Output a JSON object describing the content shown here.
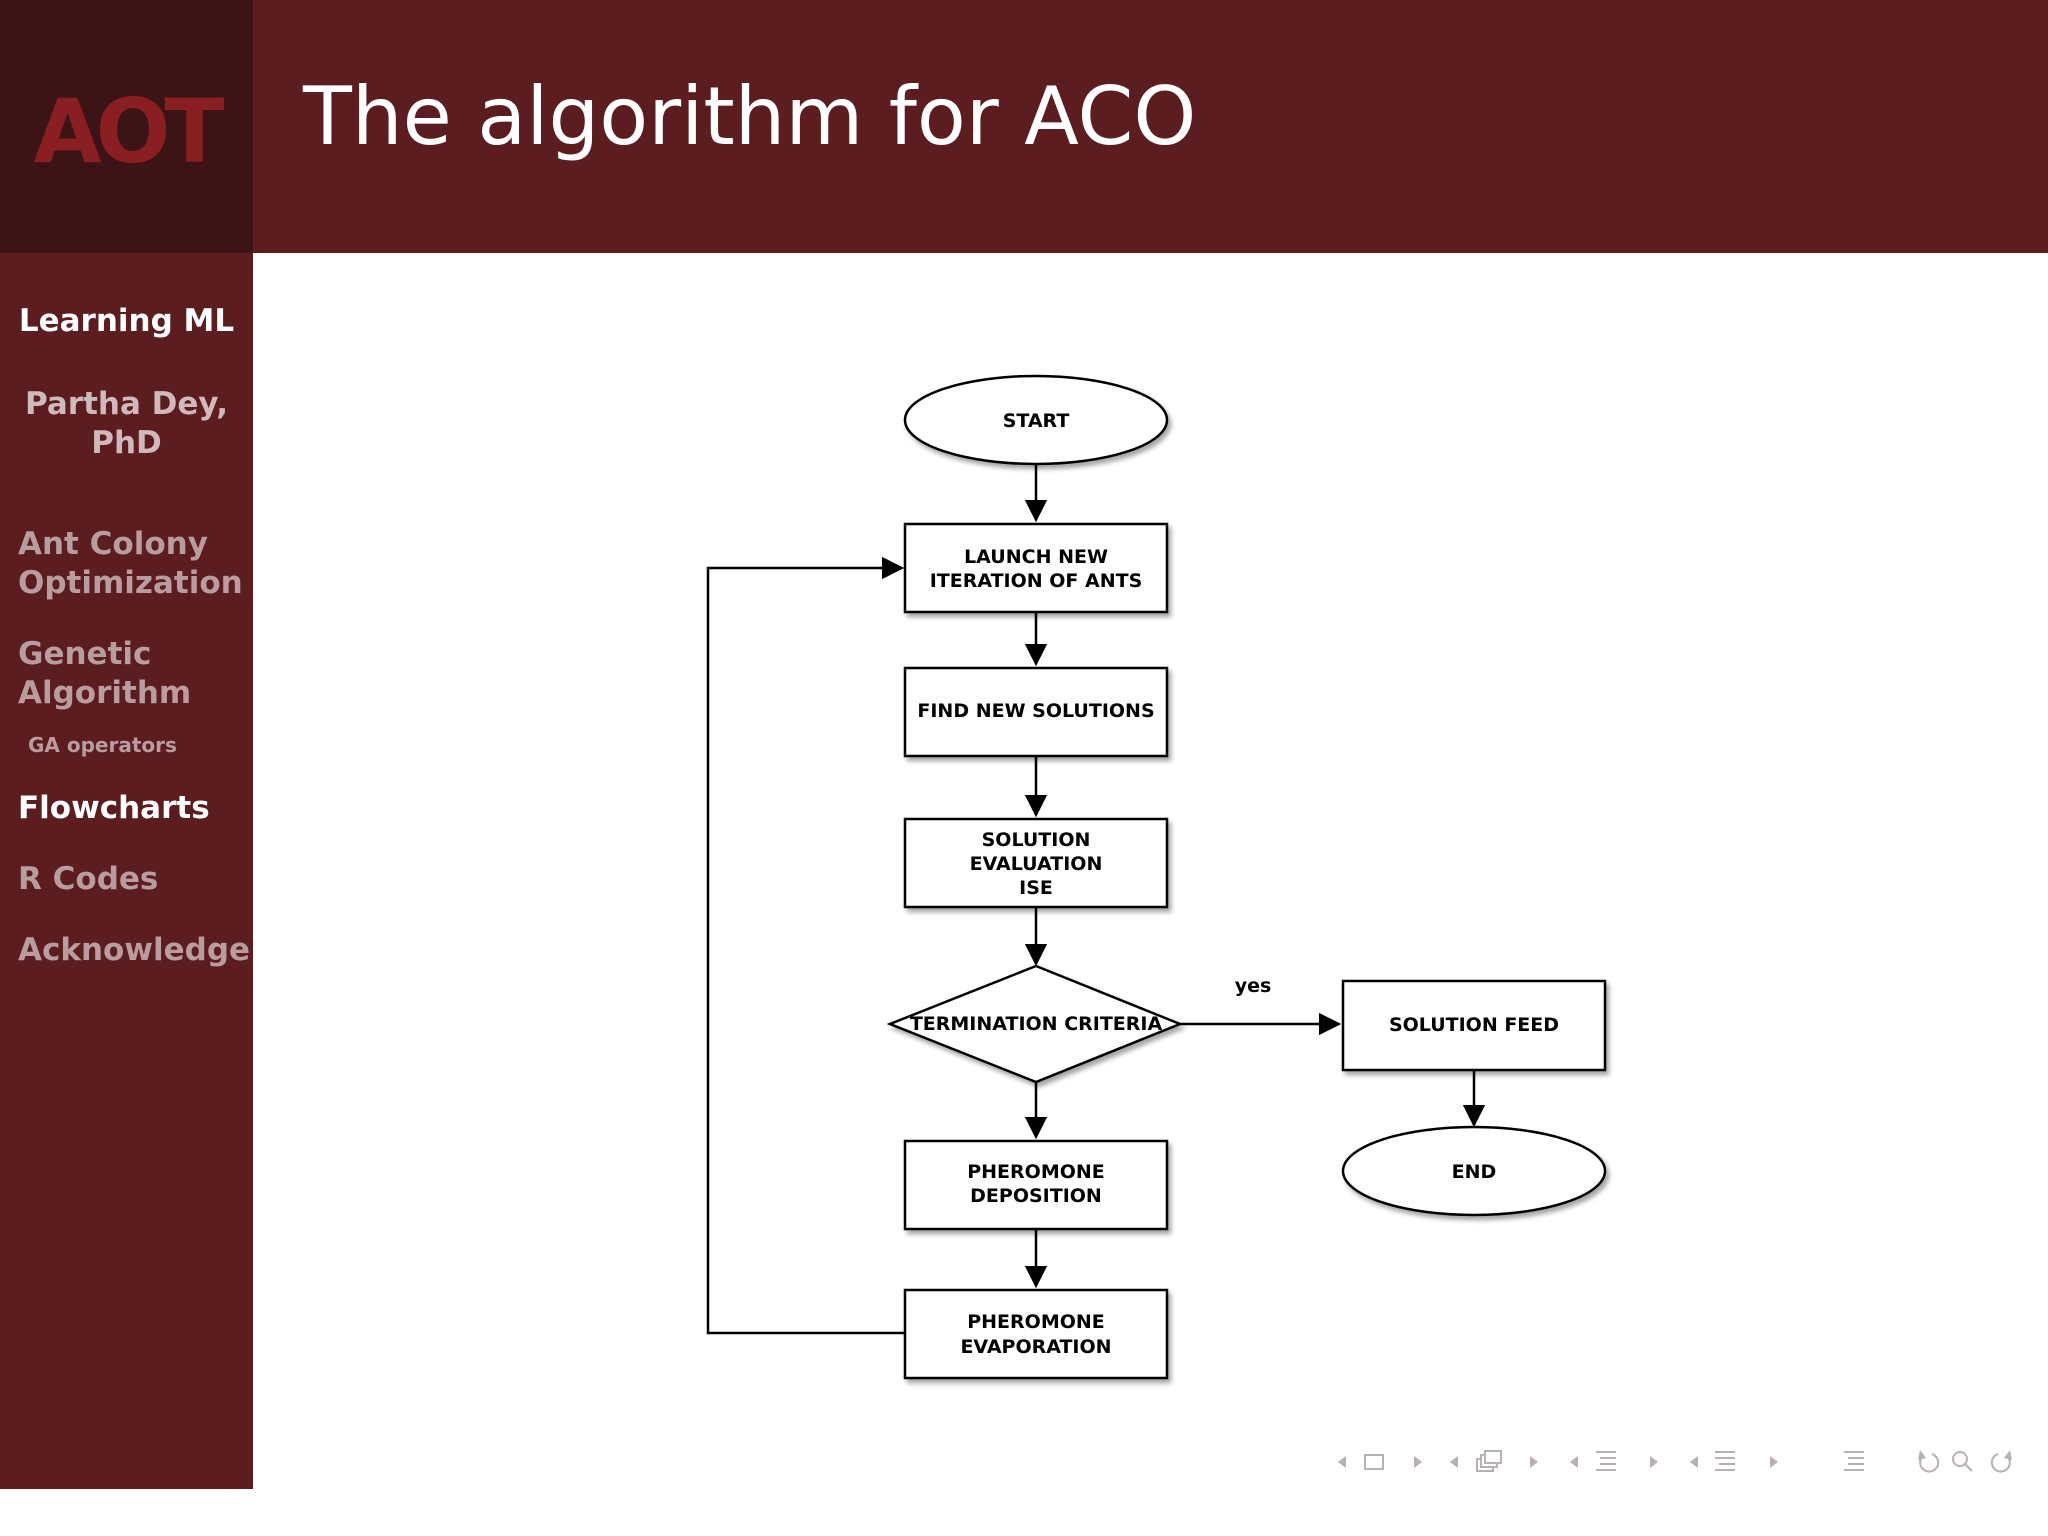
{
  "slide": {
    "title": "The algorithm for ACO"
  },
  "logo": {
    "text": "AOT"
  },
  "sidebar": {
    "title": "Learning ML",
    "author_line1": "Partha Dey,",
    "author_line2": "PhD",
    "sections": [
      {
        "line1": "Ant Colony",
        "line2": "Optimization"
      },
      {
        "line1": "Genetic",
        "line2": "Algorithm",
        "sub": "GA operators"
      },
      {
        "line1": "Flowcharts",
        "active": true
      },
      {
        "line1": "R Codes"
      },
      {
        "line1": "Acknowledge"
      }
    ]
  },
  "flowchart": {
    "start": "START",
    "launch_line1": "LAUNCH NEW",
    "launch_line2": "ITERATION OF ANTS",
    "find": "FIND NEW SOLUTIONS",
    "eval_line1": "SOLUTION",
    "eval_line2": "EVALUATION",
    "eval_line3": "ISE",
    "decision": "TERMINATION CRITERIA",
    "yes_label": "yes",
    "feed": "SOLUTION FEED",
    "end": "END",
    "deposit_line1": "PHEROMONE",
    "deposit_line2": "DEPOSITION",
    "evap_line1": "PHEROMONE",
    "evap_line2": "EVAPORATION"
  },
  "colors": {
    "primary": "#5c1d20",
    "logo_bg": "#3d1416",
    "logo_text": "#8a1f23",
    "inactive_text": "#b89c9e",
    "nav_icon": "#b9b0b0"
  },
  "navigation": {
    "icons": [
      "nav-prev-icon",
      "frame-icon",
      "nav-next-icon",
      "subsection-icon",
      "section-icon",
      "toc-icon",
      "undo-icon",
      "search-icon",
      "redo-icon"
    ]
  }
}
